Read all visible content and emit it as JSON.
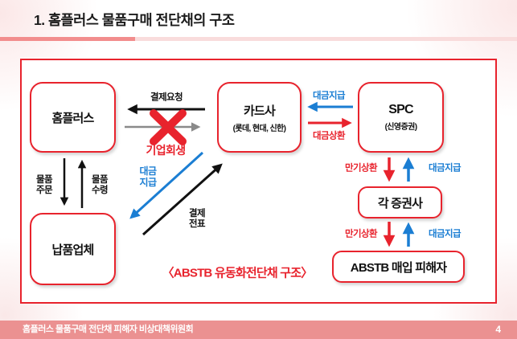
{
  "header": {
    "title": "1. 홈플러스 물품구매 전단채의 구조"
  },
  "footer": {
    "text": "홈플러스 물품구매 전단채 피해자 비상대책위원회",
    "page_number": "4"
  },
  "diagram": {
    "caption": "〈ABSTB 유동화전단채 구조〉",
    "nodes": {
      "homeplus": {
        "label": "홈플러스"
      },
      "card_companies": {
        "label": "카드사",
        "sublabel": "(롯데, 현대, 신한)"
      },
      "spc": {
        "label": "SPC",
        "sublabel": "(신영증권)"
      },
      "suppliers": {
        "label": "납품업체"
      },
      "securities_firms": {
        "label": "각 증권사"
      },
      "abstb_victims": {
        "label": "ABSTB 매입 피해자"
      }
    },
    "labels": {
      "payment_request": "결제요청",
      "corporate_rehabilitation": "기업회생",
      "payment_l1": "대금",
      "payment_l2": "지급",
      "goods_order_l1": "물품",
      "goods_order_l2": "주문",
      "goods_receipt_l1": "물품",
      "goods_receipt_l2": "수령",
      "settlement_slip_l1": "결제",
      "settlement_slip_l2": "전표",
      "payment_card": "대금지급",
      "repayment_card": "대금상환",
      "maturity_repayment_spc": "만기상환",
      "payment_spc": "대금지급",
      "maturity_repayment_victims": "만기상환",
      "payment_victims": "대금지급"
    },
    "colors": {
      "red": "#e8232d",
      "blue": "#1b7ed3",
      "gray": "#8a8a8a",
      "black": "#111111",
      "footer_bar": "#eb9191"
    }
  }
}
